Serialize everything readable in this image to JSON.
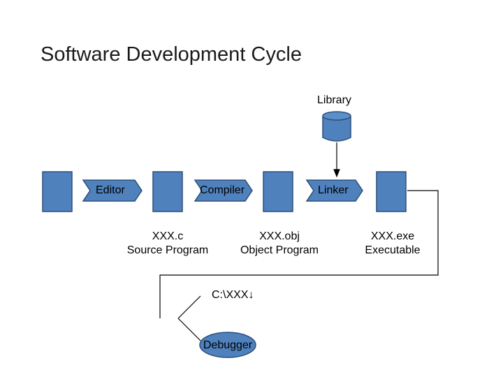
{
  "title": "Software Development Cycle",
  "colors": {
    "box_fill": "#4f81bd",
    "box_stroke": "#2c4f7c",
    "line": "#000000"
  },
  "nodes": {
    "editor": "Editor",
    "compiler": "Compiler",
    "linker": "Linker",
    "library": "Library",
    "debugger": "Debugger"
  },
  "files": {
    "source": {
      "name": "XXX.c",
      "desc": "Source Program"
    },
    "object": {
      "name": "XXX.obj",
      "desc": "Object Program"
    },
    "exec": {
      "name": "XXX.exe",
      "desc": "Executable"
    }
  },
  "run_command": "C:\\XXX↓"
}
